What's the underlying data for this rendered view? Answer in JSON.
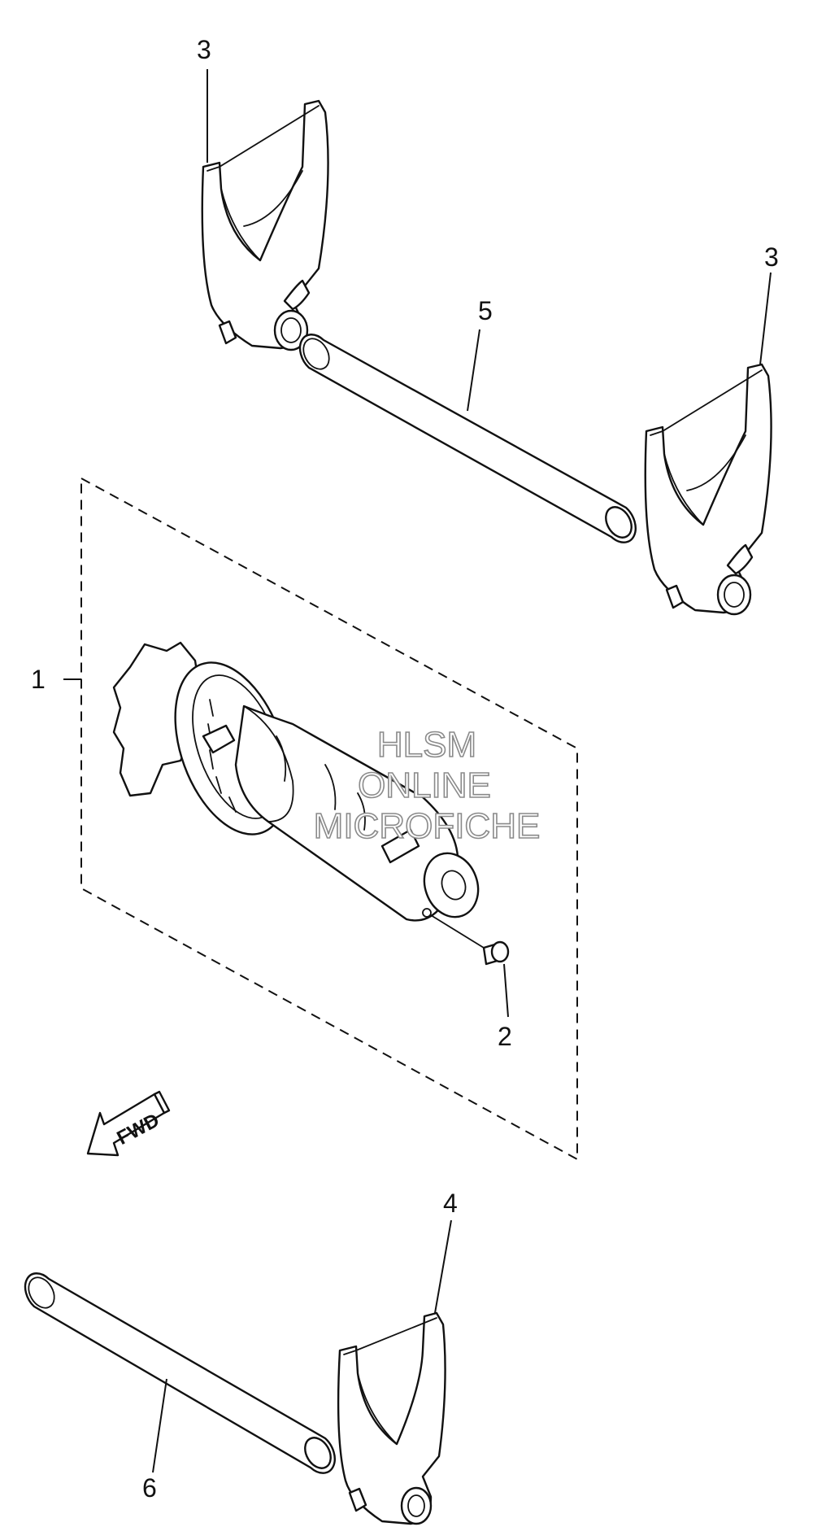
{
  "callouts": [
    {
      "id": "1",
      "label": "1"
    },
    {
      "id": "2",
      "label": "2"
    },
    {
      "id": "3a",
      "label": "3"
    },
    {
      "id": "3b",
      "label": "3"
    },
    {
      "id": "4",
      "label": "4"
    },
    {
      "id": "5",
      "label": "5"
    },
    {
      "id": "6",
      "label": "6"
    }
  ],
  "watermark": {
    "line1": "HLSM",
    "line2": "ONLINE",
    "line3": "MICROFICHE"
  },
  "direction_arrow": {
    "label": "FWD"
  },
  "colors": {
    "line": "#111111",
    "background": "#ffffff",
    "watermark_outline": "#8a8a8a"
  }
}
